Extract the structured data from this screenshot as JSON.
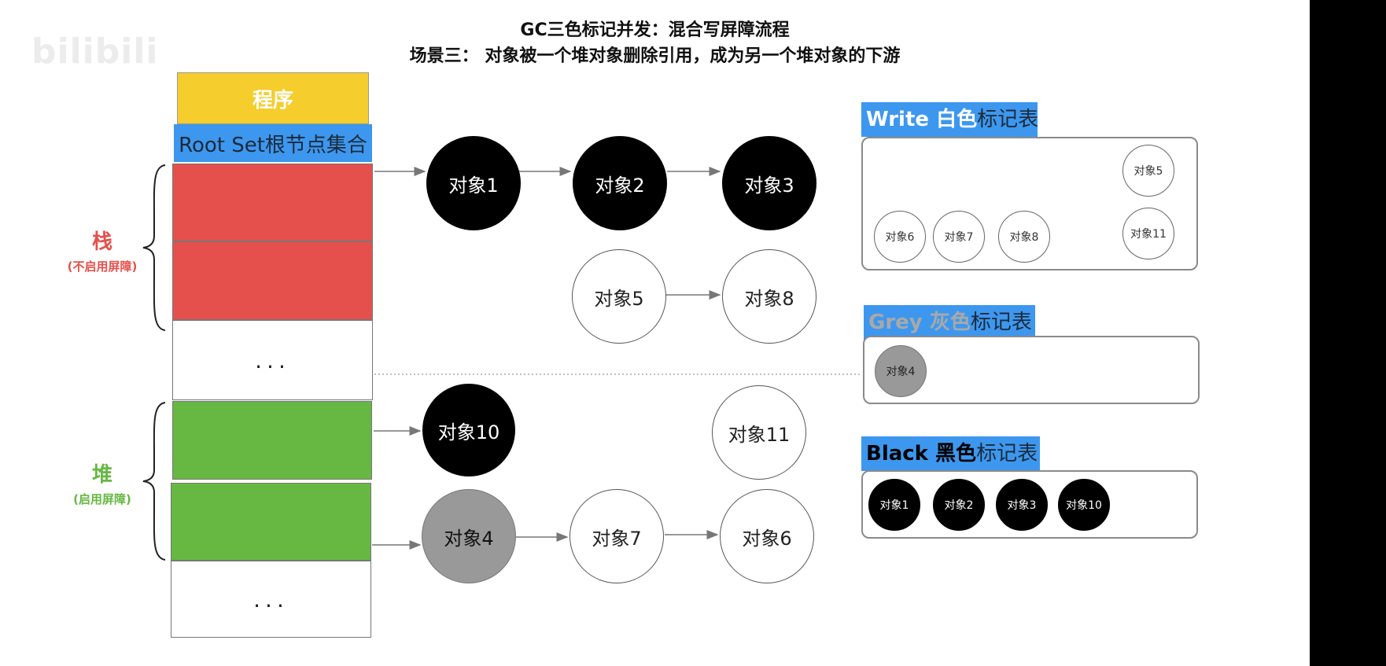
{
  "title": "GC三色标记并发：混合写屏障流程",
  "subtitle": "场景三： 对象被一个堆对象删除引用，成为另一个堆对象的下游",
  "watermark": "bilibili",
  "program_label": "程序",
  "root_set_label": "Root Set根节点集合",
  "dots": "...",
  "stack": {
    "label": "栈",
    "note": "(不启用屏障)",
    "color": "#e5504c"
  },
  "heap": {
    "label": "堆",
    "note": "(启用屏障)",
    "color": "#66b843"
  },
  "objects": {
    "o1": "对象1",
    "o2": "对象2",
    "o3": "对象3",
    "o5": "对象5",
    "o8": "对象8",
    "o10": "对象10",
    "o11": "对象11",
    "o4": "对象4",
    "o7": "对象7",
    "o6": "对象6"
  },
  "tables": {
    "white": {
      "name": "Write",
      "colored_word": "白色",
      "rest": "标记表",
      "name_color": "#ffffff",
      "items": [
        "对象5",
        "对象6",
        "对象7",
        "对象8",
        "对象11"
      ]
    },
    "grey": {
      "name": "Grey",
      "colored_word": "灰色",
      "rest": "标记表",
      "name_color": "#a9a9a9",
      "items": [
        "对象4"
      ]
    },
    "black": {
      "name": "Black",
      "colored_word": "黑色",
      "rest": "标记表",
      "name_color": "#000000",
      "items": [
        "对象1",
        "对象2",
        "对象3",
        "对象10"
      ]
    }
  }
}
